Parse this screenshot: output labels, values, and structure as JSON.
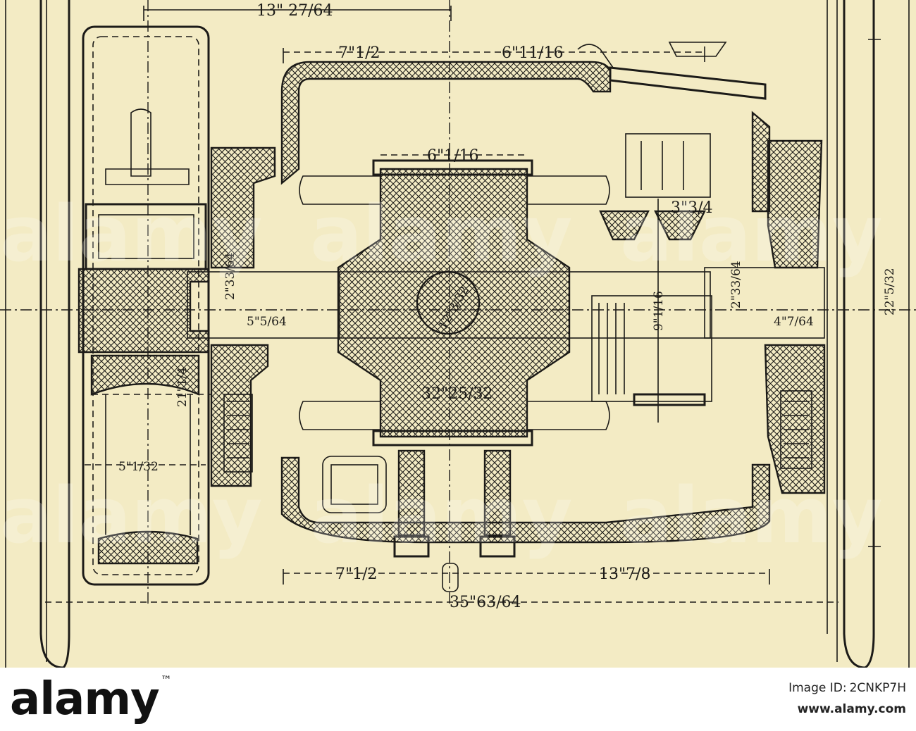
{
  "dimensions": {
    "top_width": "13\" 27/64",
    "left_offset": "7\"1/2",
    "right_offset": "6\"11/16",
    "armature_core": "6\"1/16",
    "commutator_drop": "3\"3/4",
    "journal_left": "5\"5/64",
    "bearing_left": "2\"33/64",
    "axle_diameter": "12\"3/32",
    "commutator_dia": "9\"1/16",
    "bearing_right": "2\"33/64",
    "journal_right": "4\"7/64",
    "armature_dia": "32\"25/32",
    "gear_width": "5\"1/32",
    "gear_pitch": "21\"1/4",
    "bottom_left": "7\"1/2",
    "bottom_right": "13\"7/8",
    "gauge": "35\"63/64",
    "height": "22\"5/32"
  },
  "watermark": "alamy",
  "footer": {
    "brand": "alamy",
    "tm": "™",
    "id_label": "Image ID:",
    "id_value": "2CNKP7H",
    "url": "www.alamy.com"
  }
}
